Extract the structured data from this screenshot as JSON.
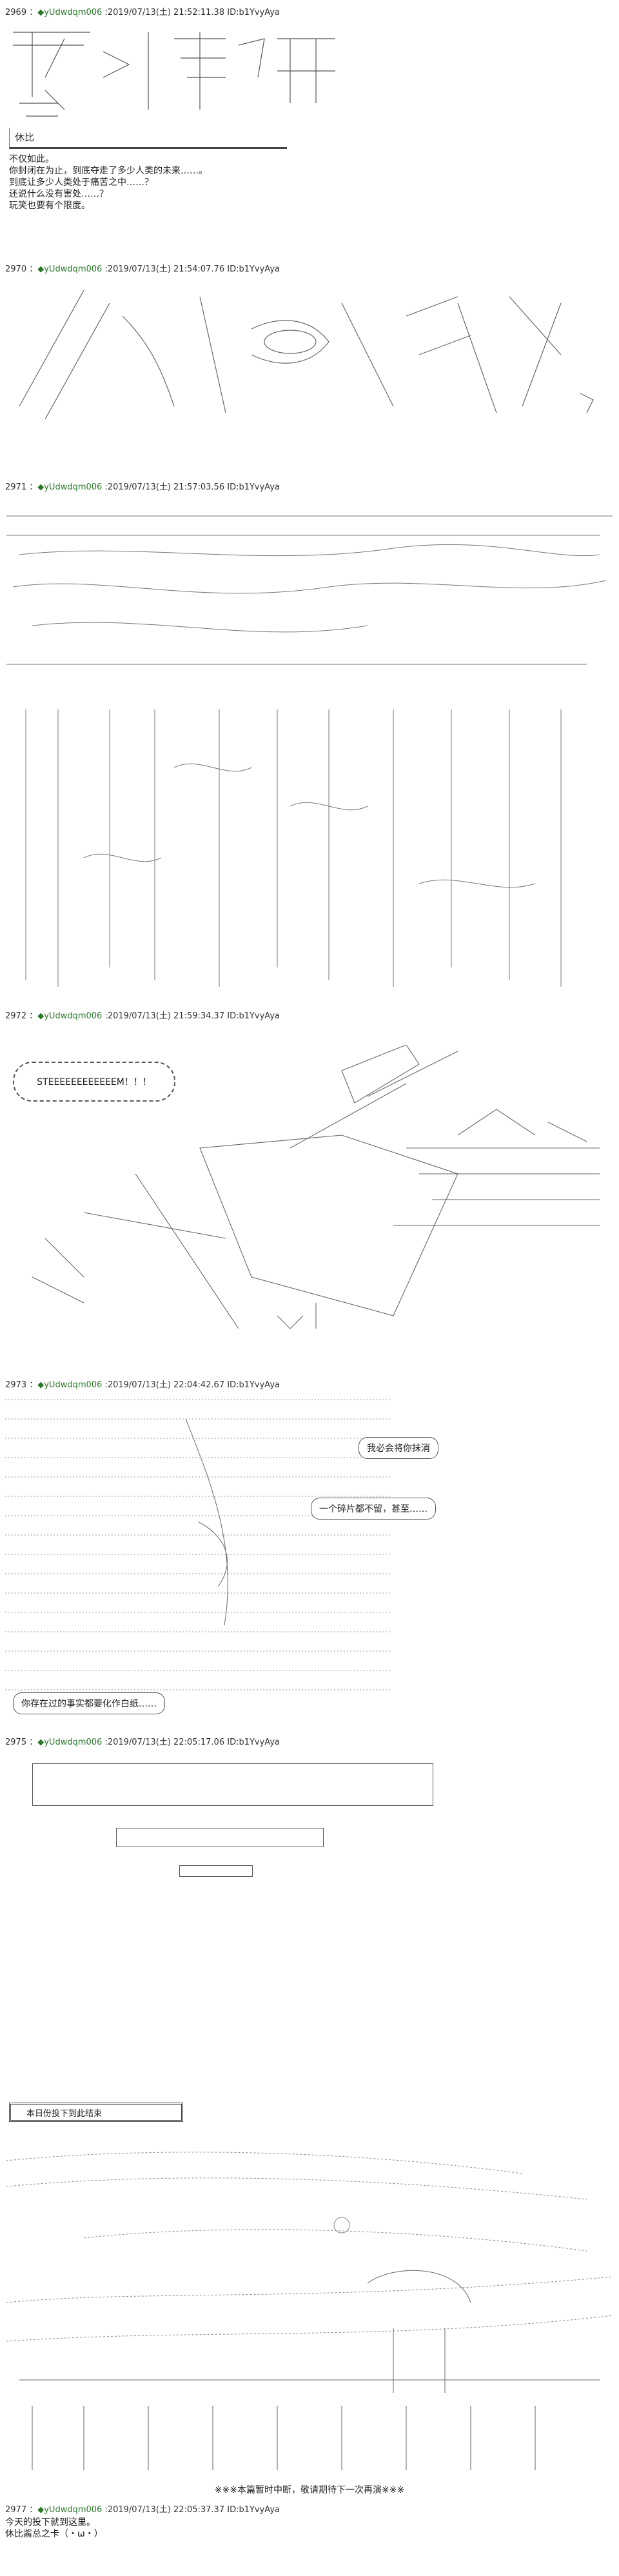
{
  "posts": [
    {
      "number": "2969",
      "name": "◆yUdwdqm006",
      "datetime": "2019/07/13(土) 21:52:11.38",
      "id": "ID:b1YvyAya"
    },
    {
      "number": "2970",
      "name": "◆yUdwdqm006",
      "datetime": "2019/07/13(土) 21:54:07.76",
      "id": "ID:b1YvyAya"
    },
    {
      "number": "2971",
      "name": "◆yUdwdqm006",
      "datetime": "2019/07/13(土) 21:57:03.56",
      "id": "ID:b1YvyAya"
    },
    {
      "number": "2972",
      "name": "◆yUdwdqm006",
      "datetime": "2019/07/13(土) 21:59:34.37",
      "id": "ID:b1YvyAya"
    },
    {
      "number": "2973",
      "name": "◆yUdwdqm006",
      "datetime": "2019/07/13(土) 22:04:42.67",
      "id": "ID:b1YvyAya"
    },
    {
      "number": "2975",
      "name": "◆yUdwdqm006",
      "datetime": "2019/07/13(土) 22:05:17.06",
      "id": "ID:b1YvyAya"
    },
    {
      "number": "2977",
      "name": "◆yUdwdqm006",
      "datetime": "2019/07/13(土) 22:05:37.37",
      "id": "ID:b1YvyAya"
    }
  ],
  "speaker_label": "休比",
  "dialogue_2969": [
    "不仅如此。",
    "你封闭在为止，到底夺走了多少人类的未来……。",
    "到底让多少人类处于痛苦之中……？",
    "还说什么没有害处……？",
    "玩笑也要有个限度。"
  ],
  "shout_2972": "STEEEEEEEEEEEEM！！！",
  "bubble_a": "我必会将你抹消",
  "bubble_b": "一个碎片都不留，甚至……",
  "bubble_c": "你存在过的事实都要化作白纸……",
  "banner_text": "本日份投下到此结束",
  "notice": "※※※本篇暂时中断，敬请期待下一次再演※※※",
  "closing_lines": [
    "今天的投下就到这里。",
    "休比酱总之卡（・ω・）"
  ]
}
